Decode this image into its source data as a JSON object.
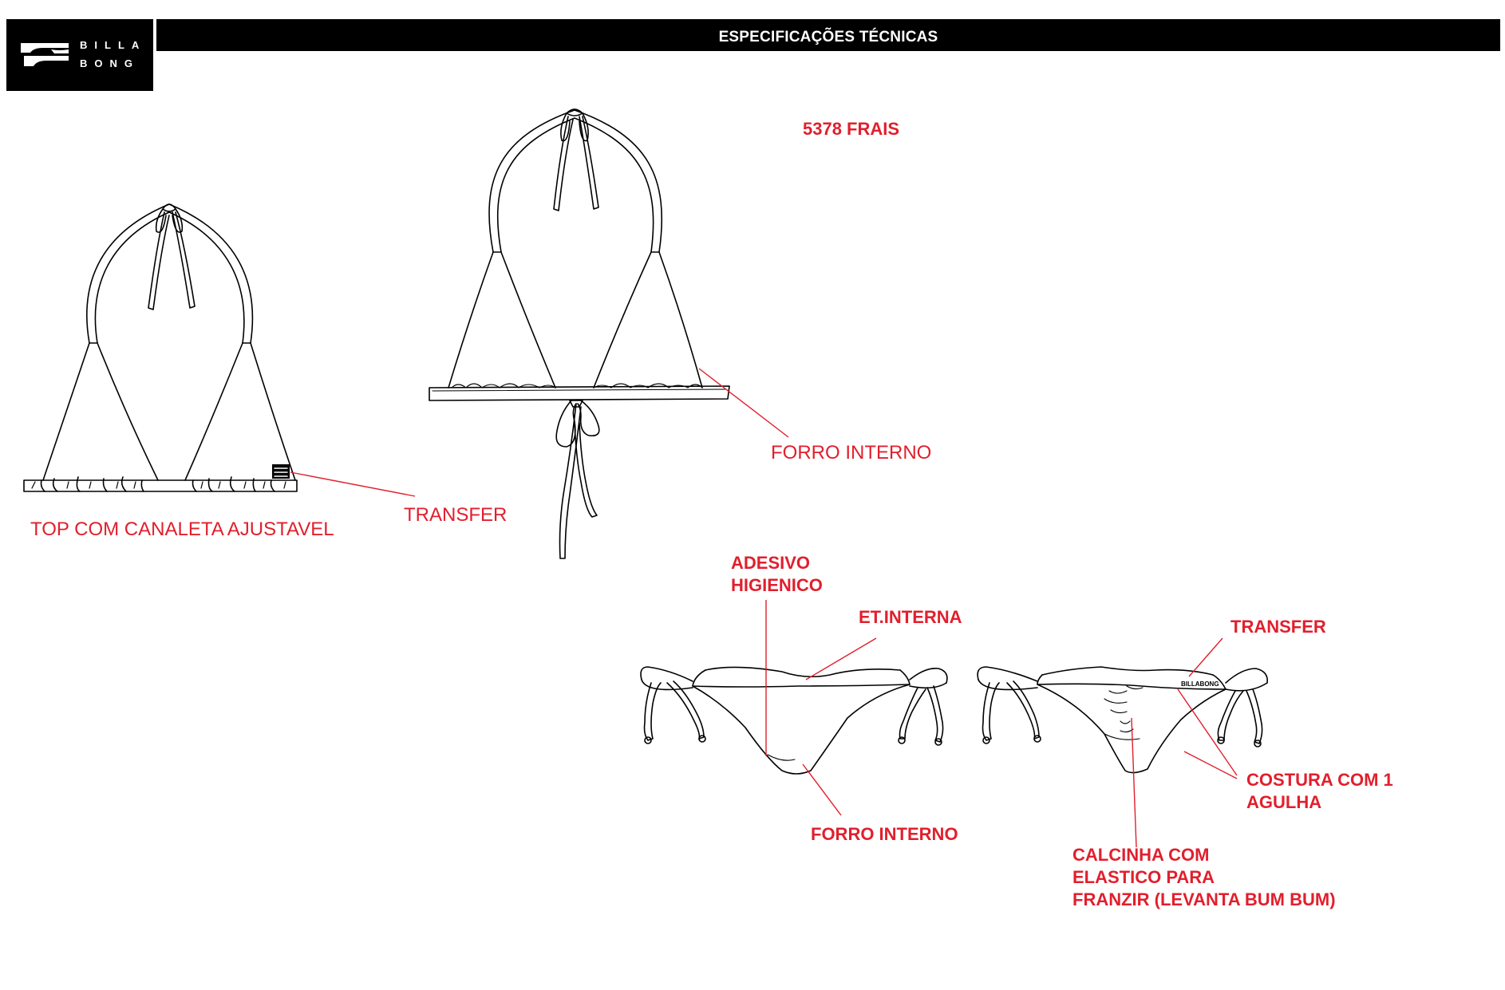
{
  "brand": {
    "logo_line1": "BILLA",
    "logo_line2": "BONG"
  },
  "header": {
    "title": "ESPECIFICAÇÕES TÉCNICAS"
  },
  "product": {
    "code": "5378 FRAIS"
  },
  "colors": {
    "label": "#e11f2d",
    "line": "#000000"
  },
  "labels": {
    "top_front": "TOP COM CANALETA AJUSTAVEL",
    "transfer_top": "TRANSFER",
    "forro_top": "FORRO INTERNO",
    "adesivo_line1": "ADESIVO",
    "adesivo_line2": "HIGIENICO",
    "et_interna": "ET.INTERNA",
    "forro_bottom": "FORRO INTERNO",
    "transfer_bottom": "TRANSFER",
    "costura_line1": "COSTURA COM 1",
    "costura_line2": "AGULHA",
    "calcinha_line1": "CALCINHA COM",
    "calcinha_line2": "ELASTICO PARA",
    "calcinha_line3": "FRANZIR (LEVANTA BUM BUM)"
  },
  "garment_print": {
    "transfer_text": "BILLABONG"
  }
}
